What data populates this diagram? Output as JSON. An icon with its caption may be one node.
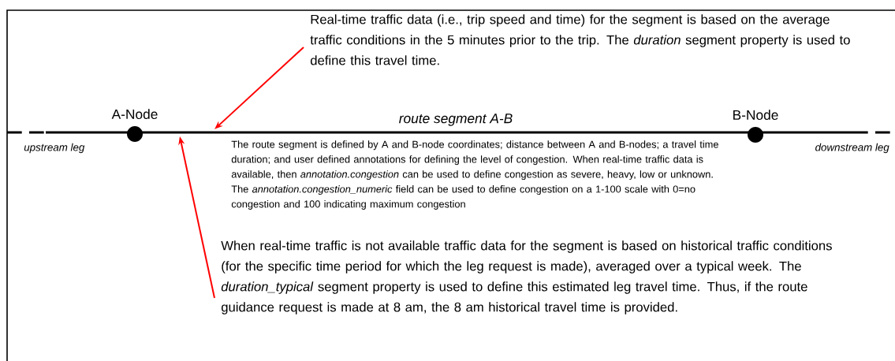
{
  "diagram": {
    "nodes": [
      {
        "text": [
          "Real-time traffic data (i.e., trip speed and time) for the segment is based on the average traffic conditions in the 5 minutes prior to the trip. The *duration* segment property is used to define this travel time."
        ]
      },
      {
        "text": [
          "A-Node"
        ]
      },
      {
        "text": [
          "B-Node"
        ]
      },
      {
        "text": [
          "When real-time traffic is not available traffic data for the segment is based on historical traffic conditions (for the specific time period for which the leg request is made), averaged over a typical week. The *duration_typical* segment property is used to define this estimated leg travel time. Thus, if the route guidance request is made at 8 am, the 8 am historical travel time is provided."
        ]
      }
    ],
    "edges": [
      {
        "from": 0,
        "to": null,
        "arrow": "to"
      },
      {
        "from": 3,
        "to": null,
        "arrow": "to"
      }
    ],
    "labels": [
      "route segment A-B",
      "upstream leg",
      "downstream leg",
      "The route segment is defined by A and B-node coordinates; distance between A and B-nodes; a travel time duration; and user defined annotations for defining the level of congestion. When real-time traffic data is available, then *annotation.congestion* can be used to define congestion as severe, heavy, low or unknown. The *annotation.congestion_numeric* field can be used to define congestion on a 1-100 scale with 0=no congestion and 100 indicating maximum congestion"
    ]
  }
}
